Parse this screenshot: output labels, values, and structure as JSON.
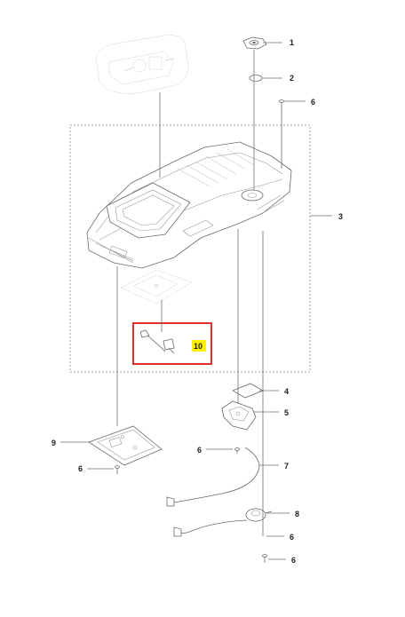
{
  "diagram": {
    "callouts": {
      "p1": "1",
      "p2": "2",
      "p3": "3",
      "p4": "4",
      "p5": "5",
      "p6a": "6",
      "p6b": "6",
      "p6c": "6",
      "p6d": "6",
      "p6e": "6",
      "p7": "7",
      "p8": "8",
      "p9": "9",
      "p10": "10"
    },
    "colors": {
      "highlight_box": "#e03030",
      "highlight_fill": "#fff200",
      "line": "#6a6a6a"
    },
    "highlighted_part": "10"
  }
}
